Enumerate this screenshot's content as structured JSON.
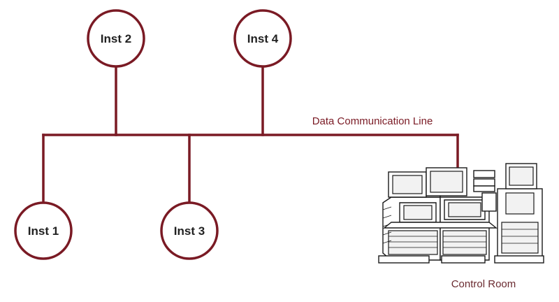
{
  "colors": {
    "accent": "#7a1a24",
    "text": "#222222"
  },
  "nodes": [
    {
      "id": "inst-1",
      "label": "Inst 1"
    },
    {
      "id": "inst-2",
      "label": "Inst 2"
    },
    {
      "id": "inst-3",
      "label": "Inst 3"
    },
    {
      "id": "inst-4",
      "label": "Inst 4"
    }
  ],
  "line_label": "Data Communication Line",
  "control_room_label": "Control Room",
  "control_room_icon": "control-console-illustration"
}
